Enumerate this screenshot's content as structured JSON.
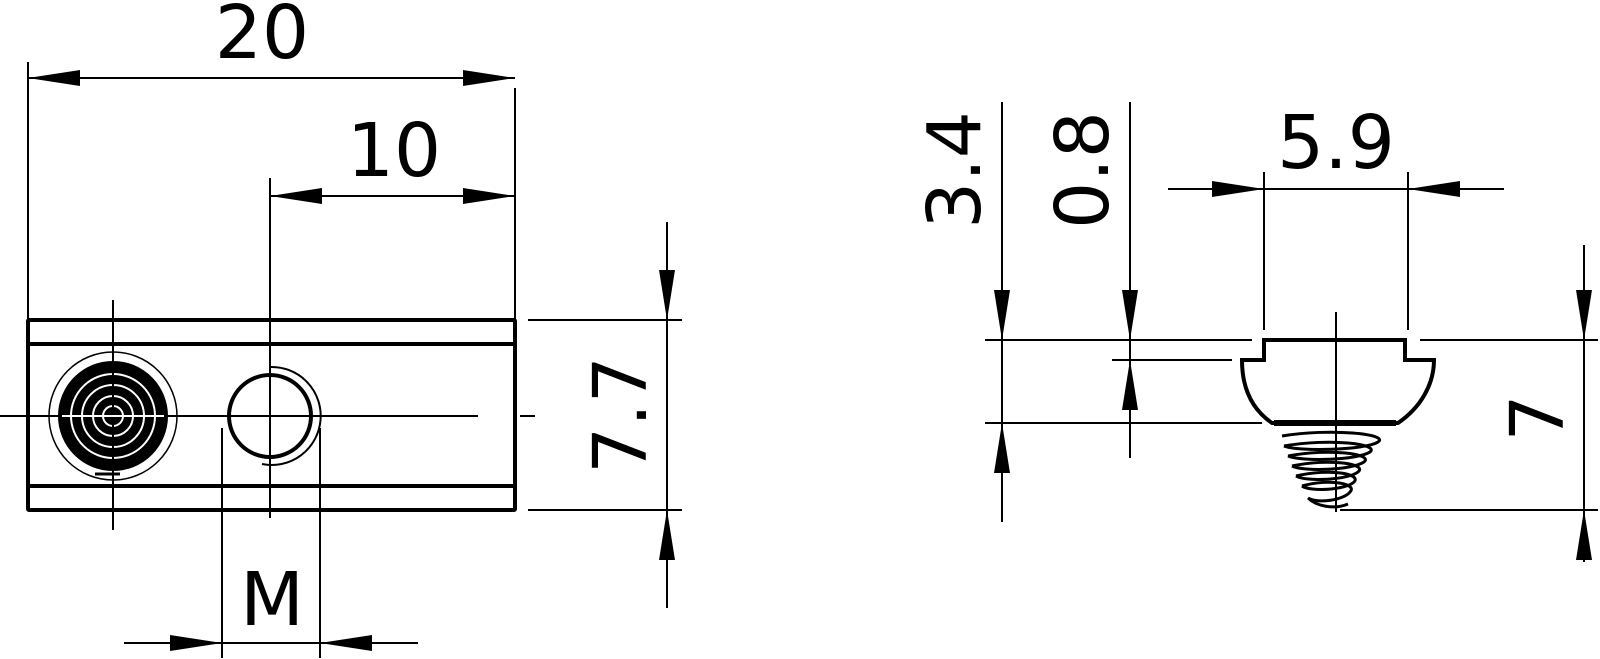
{
  "colors": {
    "line": "#000000",
    "background": "#ffffff"
  },
  "dimensions": {
    "overall_length": "20",
    "hole_offset": "10",
    "height": "7.7",
    "thread": "M",
    "collar_height": "3.4",
    "step_height": "0.8",
    "head_width": "5.9",
    "total_height": "7"
  }
}
